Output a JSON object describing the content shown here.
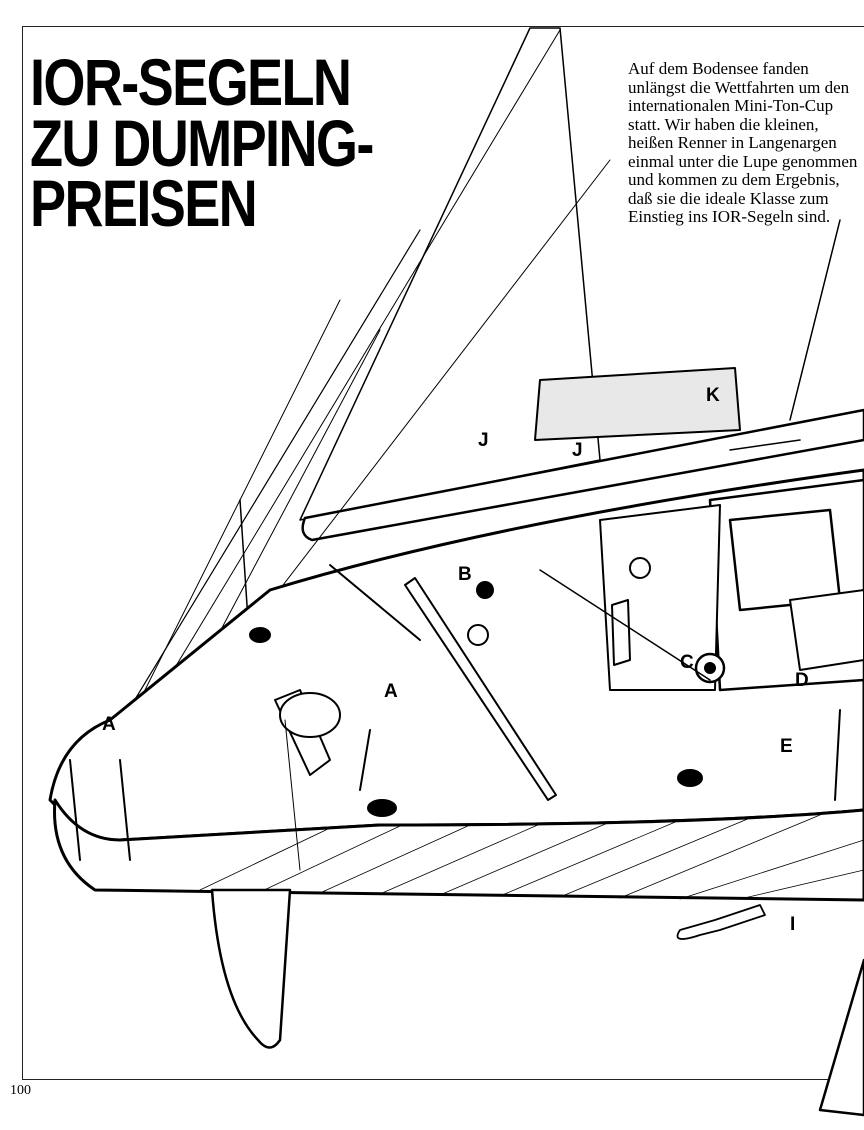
{
  "headline": {
    "line1": "IOR-SEGELN",
    "line2": "ZU DUMPING-",
    "line3": "PREISEN"
  },
  "intro_text": "Auf dem Bodensee fanden unlängst die Wettfahrten um den internationalen Mini-Ton-Cup statt. Wir haben die kleinen, heißen Renner in Langenargen einmal unter die Lupe genommen und kommen zu dem Ergebnis, daß sie die ideale Klasse zum Einstieg ins IOR-Segeln sind.",
  "labels": {
    "A1": "A",
    "A2": "A",
    "B": "B",
    "C": "C",
    "D": "D",
    "E": "E",
    "I": "I",
    "J1": "J",
    "J2": "J",
    "K": "K"
  },
  "page_number": "100"
}
